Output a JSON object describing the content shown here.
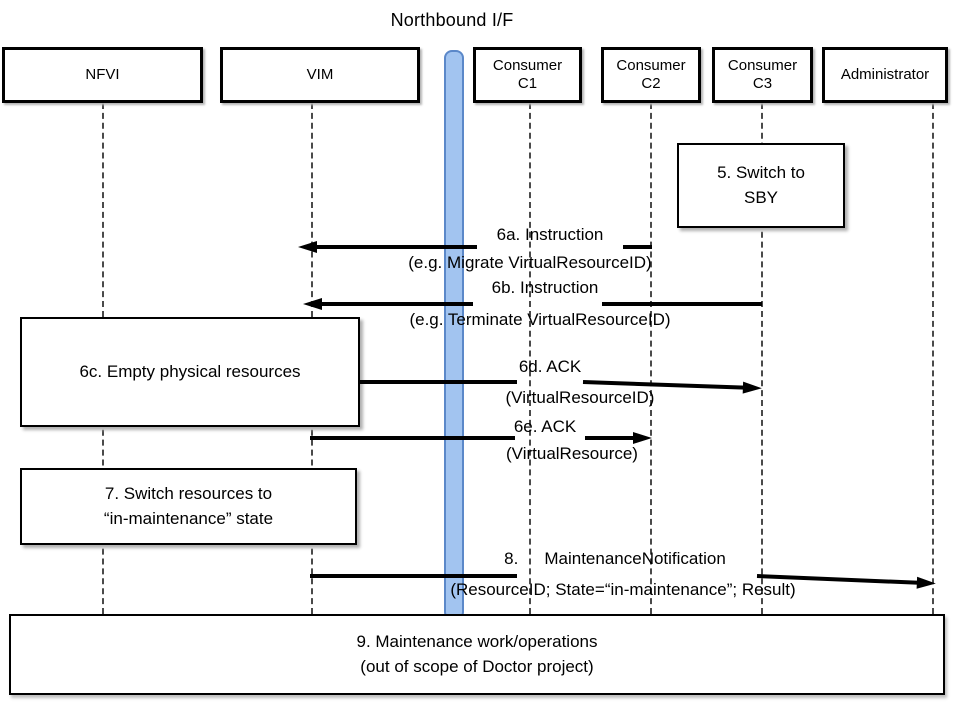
{
  "title": "Northbound I/F",
  "actors": [
    {
      "label": "NFVI"
    },
    {
      "label": "VIM"
    },
    {
      "label": "Consumer",
      "line2": "C1"
    },
    {
      "label": "Consumer",
      "line2": "C2"
    },
    {
      "label": "Consumer",
      "line2": "C3"
    },
    {
      "label": "Administrator"
    }
  ],
  "notes": {
    "note5": {
      "line1": "5. Switch to",
      "line2": "SBY"
    },
    "note6c": {
      "line1": "6c. Empty physical resources"
    },
    "note7": {
      "line1": "7. Switch resources to",
      "line2": "“in-maintenance” state"
    },
    "note9": {
      "line1": "9. Maintenance work/operations",
      "line2": "(out of scope of Doctor project)"
    }
  },
  "messages": {
    "m6a": {
      "label": "6a. Instruction",
      "detail": "(e.g. Migrate VirtualResourceID)"
    },
    "m6b": {
      "label": "6b. Instruction",
      "detail": "(e.g. Terminate VirtualResourceID)"
    },
    "m6d": {
      "label": "6d. ACK",
      "detail": "(VirtualResourceID)"
    },
    "m6e": {
      "label": "6e. ACK",
      "detail": "(VirtualResource)"
    },
    "m8": {
      "number": "8.",
      "label": "MaintenanceNotification",
      "detail": "(ResourceID; State=“in-maintenance”; Result)"
    }
  },
  "colors": {
    "bar_fill": "#a2c4f0",
    "bar_border": "#5b88c9",
    "line": "#000000"
  }
}
